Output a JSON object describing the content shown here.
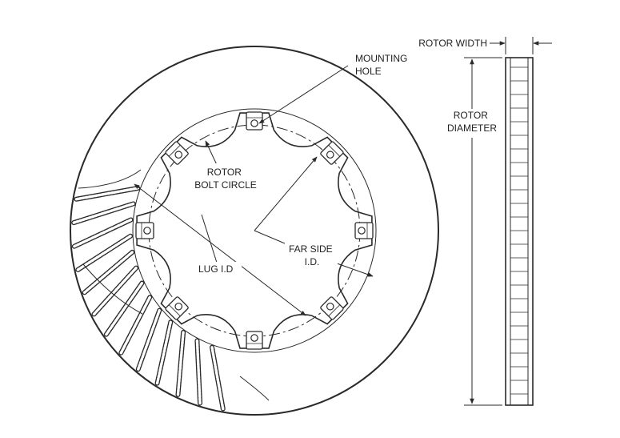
{
  "labels": {
    "mounting_hole": [
      "MOUNTING",
      "HOLE"
    ],
    "rotor_bolt_circle": [
      "ROTOR",
      "BOLT CIRCLE"
    ],
    "lug_id": [
      "LUG I.D"
    ],
    "far_side_id": [
      "FAR SIDE",
      "I.D."
    ],
    "rotor_width": [
      "ROTOR WIDTH"
    ],
    "rotor_diameter": [
      "ROTOR",
      "DIAMETER"
    ]
  },
  "colors": {
    "line": "#2a2a2a",
    "background": "#ffffff",
    "text": "#222222"
  }
}
